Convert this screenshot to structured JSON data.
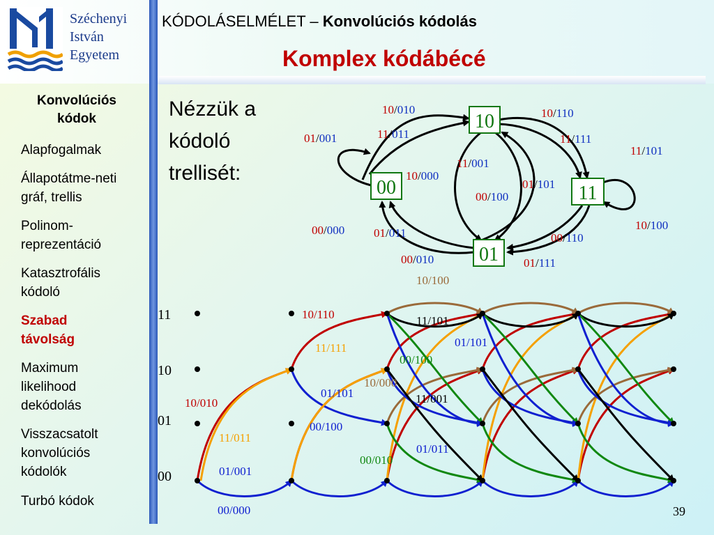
{
  "university": {
    "line1": "Széchenyi",
    "line2": "István",
    "line3": "Egyetem"
  },
  "header": {
    "course": "KÓDOLÁSELMÉLET – ",
    "topic": "Konvolúciós kódolás"
  },
  "title": "Komplex kódábécé",
  "sidebar": {
    "heading": "Konvolúciós kódok",
    "items": [
      "Alapfogalmak",
      "Állapotátme-neti gráf, trellis",
      "Polinom-reprezentáció",
      "Katasztrofális kódoló",
      "Szabad távolság",
      "Maximum likelihood dekódolás",
      "Visszacsatolt konvolúciós kódolók",
      "Turbó kódok"
    ],
    "active_index": 4
  },
  "intro_text": [
    "Nézzük a",
    "kódoló",
    "trellisét:"
  ],
  "state_graph": {
    "states": [
      "00",
      "10",
      "01",
      "11"
    ],
    "edge_labels": [
      {
        "in": "10",
        "out": "010"
      },
      {
        "in": "01",
        "out": "001"
      },
      {
        "in": "11",
        "out": "011"
      },
      {
        "in": "10",
        "out": "000"
      },
      {
        "in": "11",
        "out": "001"
      },
      {
        "in": "00",
        "out": "100"
      },
      {
        "in": "01",
        "out": "101"
      },
      {
        "in": "10",
        "out": "110"
      },
      {
        "in": "11",
        "out": "111"
      },
      {
        "in": "11",
        "out": "101"
      },
      {
        "in": "00",
        "out": "000"
      },
      {
        "in": "01",
        "out": "011"
      },
      {
        "in": "00",
        "out": "010"
      },
      {
        "in": "00",
        "out": "110"
      },
      {
        "in": "01",
        "out": "111"
      },
      {
        "in": "10",
        "out": "100"
      }
    ]
  },
  "trellis": {
    "state_labels": [
      "11",
      "10",
      "01",
      "00"
    ],
    "labels": [
      "10/100",
      "10/110",
      "11/101",
      "01/101",
      "11/111",
      "00/100",
      "10/000",
      "01/101",
      "11/001",
      "10/010",
      "00/100",
      "01/011",
      "11/011",
      "00/010",
      "01/001",
      "00/000"
    ],
    "colors": {
      "red": "#c00000",
      "orange": "#f5a000",
      "blue": "#1020d0",
      "green": "#118811",
      "brown": "#9a6a3a",
      "black": "#000000"
    }
  },
  "page_number": "39"
}
